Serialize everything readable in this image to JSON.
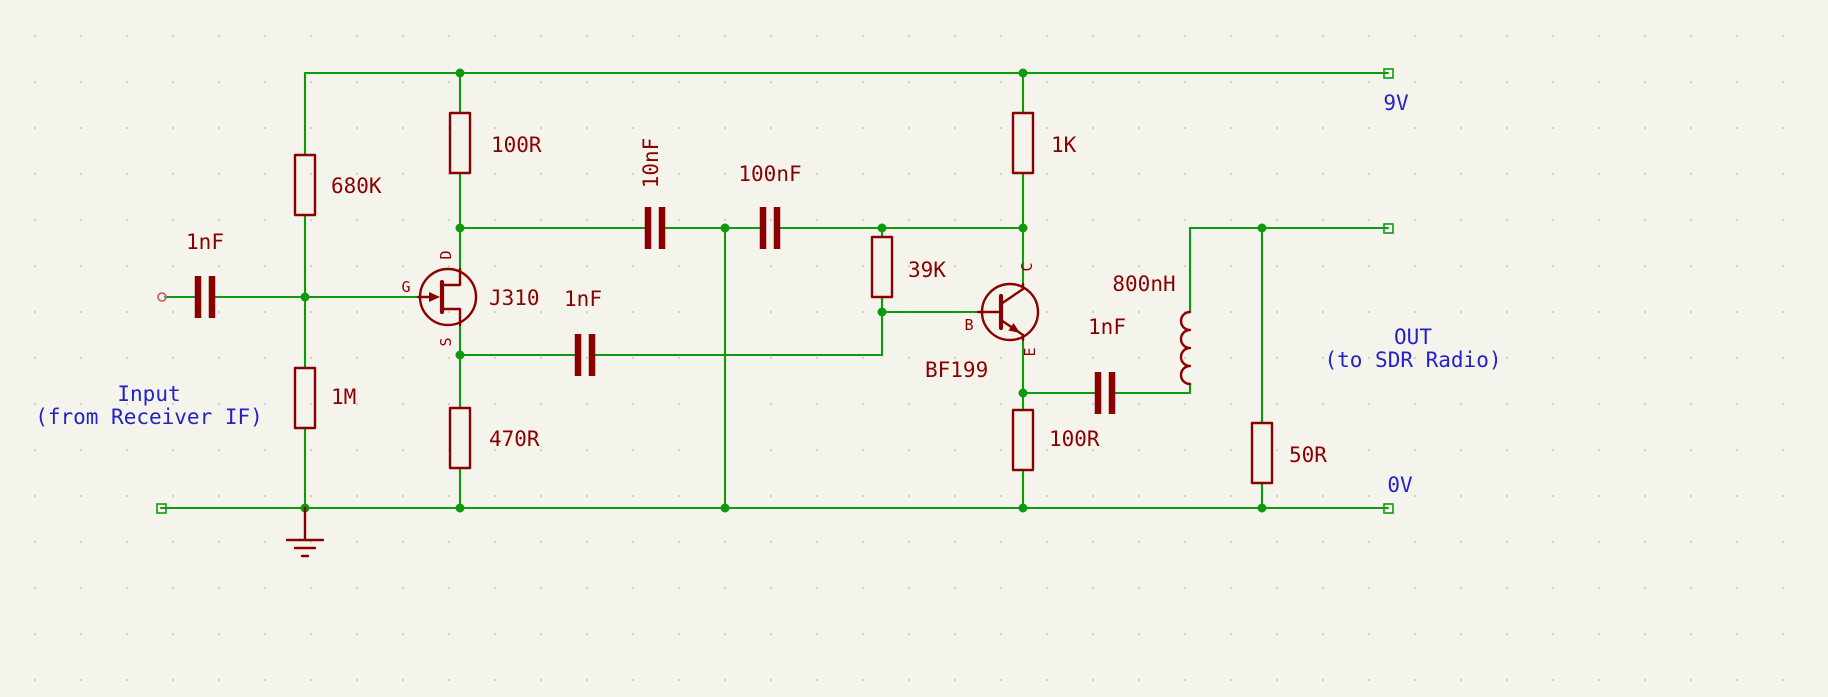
{
  "app": {
    "type": "circuit-schematic",
    "description": "Two-stage IF/RF amplifier: J310 JFET input stage, BF199 output stage"
  },
  "colors": {
    "background": "#F5F4EC",
    "grid_dot": "#CFCFC4",
    "wire_green": "#0E990E",
    "symbol_maroon": "#8A0000",
    "net_label_blue": "#2222C8"
  },
  "power_labels": {
    "rail_9v": "9V",
    "rail_0v": "0V"
  },
  "io_labels": {
    "input_line1": "Input",
    "input_line2": "(from Receiver IF)",
    "output_line1": "OUT",
    "output_line2": "(to SDR Radio)"
  },
  "components": {
    "r_bias_top": "680K",
    "c_input": "1nF",
    "r_bias_bottom": "1M",
    "r_drain": "100R",
    "q1": "J310",
    "r_source": "470R",
    "c_bypass": "1nF",
    "c_coupling1": "10nF",
    "c_coupling2": "100nF",
    "r_base": "39K",
    "q2": "BF199",
    "r_collector": "1K",
    "l_output": "800nH",
    "c_output": "1nF",
    "r_emitter": "100R",
    "r_load": "50R"
  },
  "pins": {
    "q1_drain": "D",
    "q1_gate": "G",
    "q1_source": "S",
    "q2_collector": "C",
    "q2_base": "B",
    "q2_emitter": "E"
  }
}
